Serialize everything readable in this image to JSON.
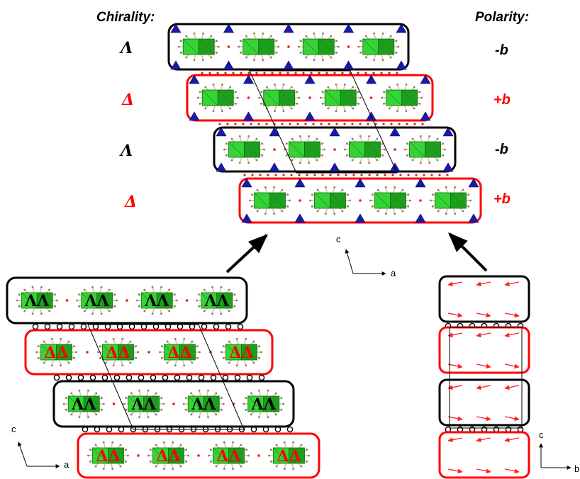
{
  "headers": {
    "chirality": "Chirality:",
    "polarity": "Polarity:"
  },
  "rows": [
    {
      "chirality": "Λ",
      "polarity": "-b",
      "color": "#000000"
    },
    {
      "chirality": "Δ",
      "polarity": "+b",
      "color": "#ff0000"
    },
    {
      "chirality": "Λ",
      "polarity": "-b",
      "color": "#000000"
    },
    {
      "chirality": "Δ",
      "polarity": "+b",
      "color": "#ff0000"
    }
  ],
  "bottom_left_marks": [
    "Λ",
    "Δ",
    "Λ",
    "Δ"
  ],
  "axes": {
    "center": {
      "vertical": "c",
      "horizontal": "a"
    },
    "bottom_left": {
      "vertical": "c",
      "horizontal": "a"
    },
    "bottom_right": {
      "vertical": "c",
      "horizontal": "b"
    }
  },
  "colors": {
    "layer_black": "#000000",
    "layer_red": "#ff0000",
    "octahedron_green": "#2ecc2e",
    "tetrahedron_blue": "#1a1aa8",
    "ligand": "#d9c49a",
    "arrow_red": "#ff2020"
  }
}
